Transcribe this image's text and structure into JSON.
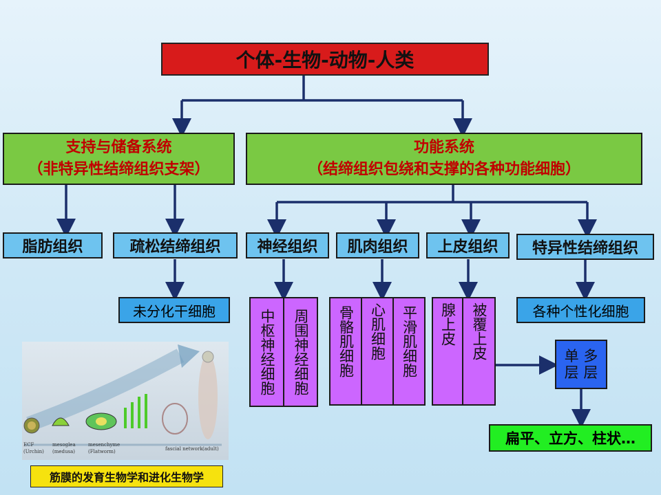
{
  "title": "个体-生物-动物-人类",
  "support": {
    "line1": "支持与储备系统",
    "line2": "（非特异性结缔组织支架）"
  },
  "function": {
    "line1": "功能系统",
    "line2": "（结缔组织包绕和支撑的各种功能细胞）"
  },
  "tissues": {
    "fat": "脂肪组织",
    "loose": "疏松结缔组织",
    "nerve": "神经组织",
    "muscle": "肌肉组织",
    "epithelium": "上皮组织",
    "specific": "特异性结缔组织"
  },
  "stem_cells": "未分化干细胞",
  "nerve_sub": [
    "中枢神经细胞",
    "周围神经细胞"
  ],
  "muscle_sub": [
    "骨骼肌细胞",
    "心肌细胞",
    "平滑肌细胞"
  ],
  "epi_sub": [
    "腺上皮",
    "被覆上皮"
  ],
  "specific_sub": "各种个性化细胞",
  "layers": {
    "line1": "单 多",
    "line2": "层 层"
  },
  "shapes": "扁平、立方、柱状…",
  "image_caption": "筋膜的发育生物学和进化生物学",
  "figure_labels": {
    "ecf": "ECF",
    "urchin": "(Urchin)",
    "mesoglea": "mesoglea",
    "medusa": "(medusa)",
    "mesenchyme": "mesenchyme",
    "flatworm": "(Flatworm)",
    "fascial": "fascial network",
    "adult": "(adult)"
  },
  "colors": {
    "title_bg": "#d81b1b",
    "system_bg": "#7ac943",
    "tissue_bg": "#6ec3ef",
    "cell_bg": "#cc66ff",
    "arrow": "#1b2f6b"
  }
}
